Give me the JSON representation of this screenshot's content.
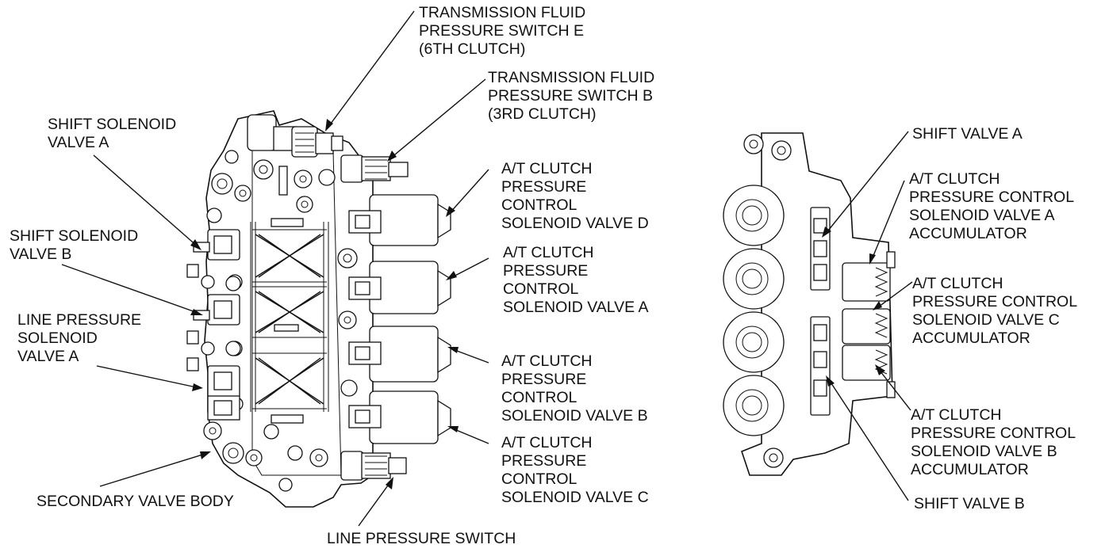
{
  "labels": {
    "pressure_switch_e": [
      "TRANSMISSION FLUID",
      "PRESSURE SWITCH E",
      "(6TH CLUTCH)"
    ],
    "pressure_switch_b": [
      "TRANSMISSION FLUID",
      "PRESSURE SWITCH B",
      "(3RD CLUTCH)"
    ],
    "shift_solenoid_a": [
      "SHIFT SOLENOID",
      "VALVE A"
    ],
    "shift_solenoid_b": [
      "SHIFT SOLENOID",
      "VALVE B"
    ],
    "line_pressure_solenoid_a": [
      "LINE PRESSURE",
      "SOLENOID",
      "VALVE A"
    ],
    "secondary_valve_body": [
      "SECONDARY VALVE BODY"
    ],
    "line_pressure_switch": [
      "LINE PRESSURE SWITCH"
    ],
    "clutch_solenoid_d": [
      "A/T CLUTCH",
      "PRESSURE",
      "CONTROL",
      "SOLENOID VALVE D"
    ],
    "clutch_solenoid_a": [
      "A/T CLUTCH",
      "PRESSURE",
      "CONTROL",
      "SOLENOID VALVE A"
    ],
    "clutch_solenoid_b": [
      "A/T CLUTCH",
      "PRESSURE",
      "CONTROL",
      "SOLENOID VALVE B"
    ],
    "clutch_solenoid_c": [
      "A/T CLUTCH",
      "PRESSURE",
      "CONTROL",
      "SOLENOID VALVE C"
    ],
    "shift_valve_a": [
      "SHIFT VALVE A"
    ],
    "accumulator_a": [
      "A/T CLUTCH",
      "PRESSURE CONTROL",
      "SOLENOID VALVE A",
      "ACCUMULATOR"
    ],
    "accumulator_c": [
      "A/T CLUTCH",
      "PRESSURE CONTROL",
      "SOLENOID VALVE C",
      "ACCUMULATOR"
    ],
    "accumulator_b": [
      "A/T CLUTCH",
      "PRESSURE CONTROL",
      "SOLENOID VALVE B",
      "ACCUMULATOR"
    ],
    "shift_valve_b": [
      "SHIFT VALVE B"
    ]
  }
}
